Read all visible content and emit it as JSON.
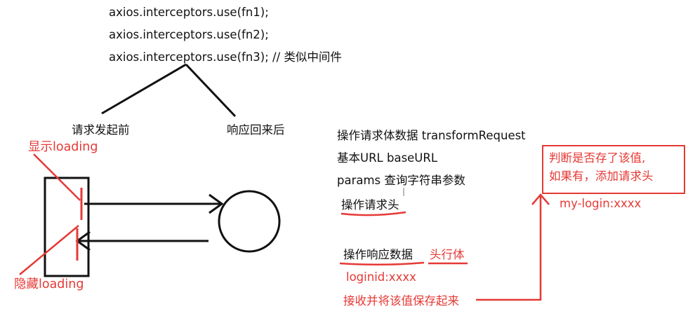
{
  "code": {
    "line1": "axios.interceptors.use(fn1);",
    "line2": "axios.interceptors.use(fn2);",
    "line3": "axios.interceptors.use(fn3);  // 类似中间件"
  },
  "tree": {
    "left": "请求发起前",
    "right": "响应回来后"
  },
  "annotations": {
    "show_loading": "显示loading",
    "hide_loading": "隐藏loading"
  },
  "request_notes": {
    "transform": "操作请求体数据 transformRequest",
    "base_url": "基本URL baseURL",
    "params": "params  查询字符串参数",
    "headers": "操作请求头"
  },
  "response_notes": {
    "data": "操作响应数据",
    "head_row_body": "头行体",
    "loginid": "loginid:xxxx",
    "save": "接收并将该值保存起来"
  },
  "callout": {
    "line1": "判断是否存了该值,",
    "line2": "如果有，添加请求头",
    "header_value": "my-login:xxxx"
  },
  "colors": {
    "ink": "#111111",
    "accent": "#e53935"
  }
}
